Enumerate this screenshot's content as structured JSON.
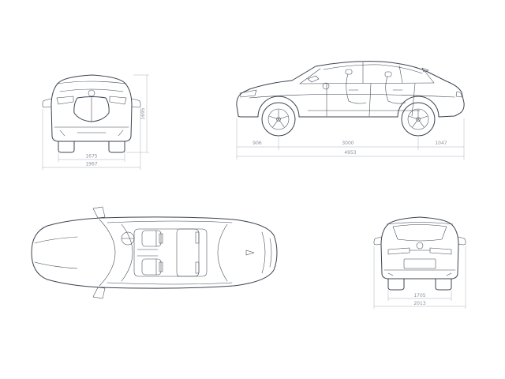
{
  "colors": {
    "background": "#ffffff",
    "line": "#3c434e",
    "dimension_line": "#aab0ba",
    "dimension_text": "#8a919c"
  },
  "views": {
    "front": {
      "dims": {
        "track": "1675",
        "width": "1967",
        "height": "1695"
      }
    },
    "side": {
      "dims": {
        "front_overhang": "906",
        "wheelbase": "3000",
        "rear_overhang": "1047",
        "length": "4953"
      }
    },
    "top": {
      "dims": {}
    },
    "rear": {
      "dims": {
        "track": "1705",
        "width": "2013"
      }
    }
  }
}
